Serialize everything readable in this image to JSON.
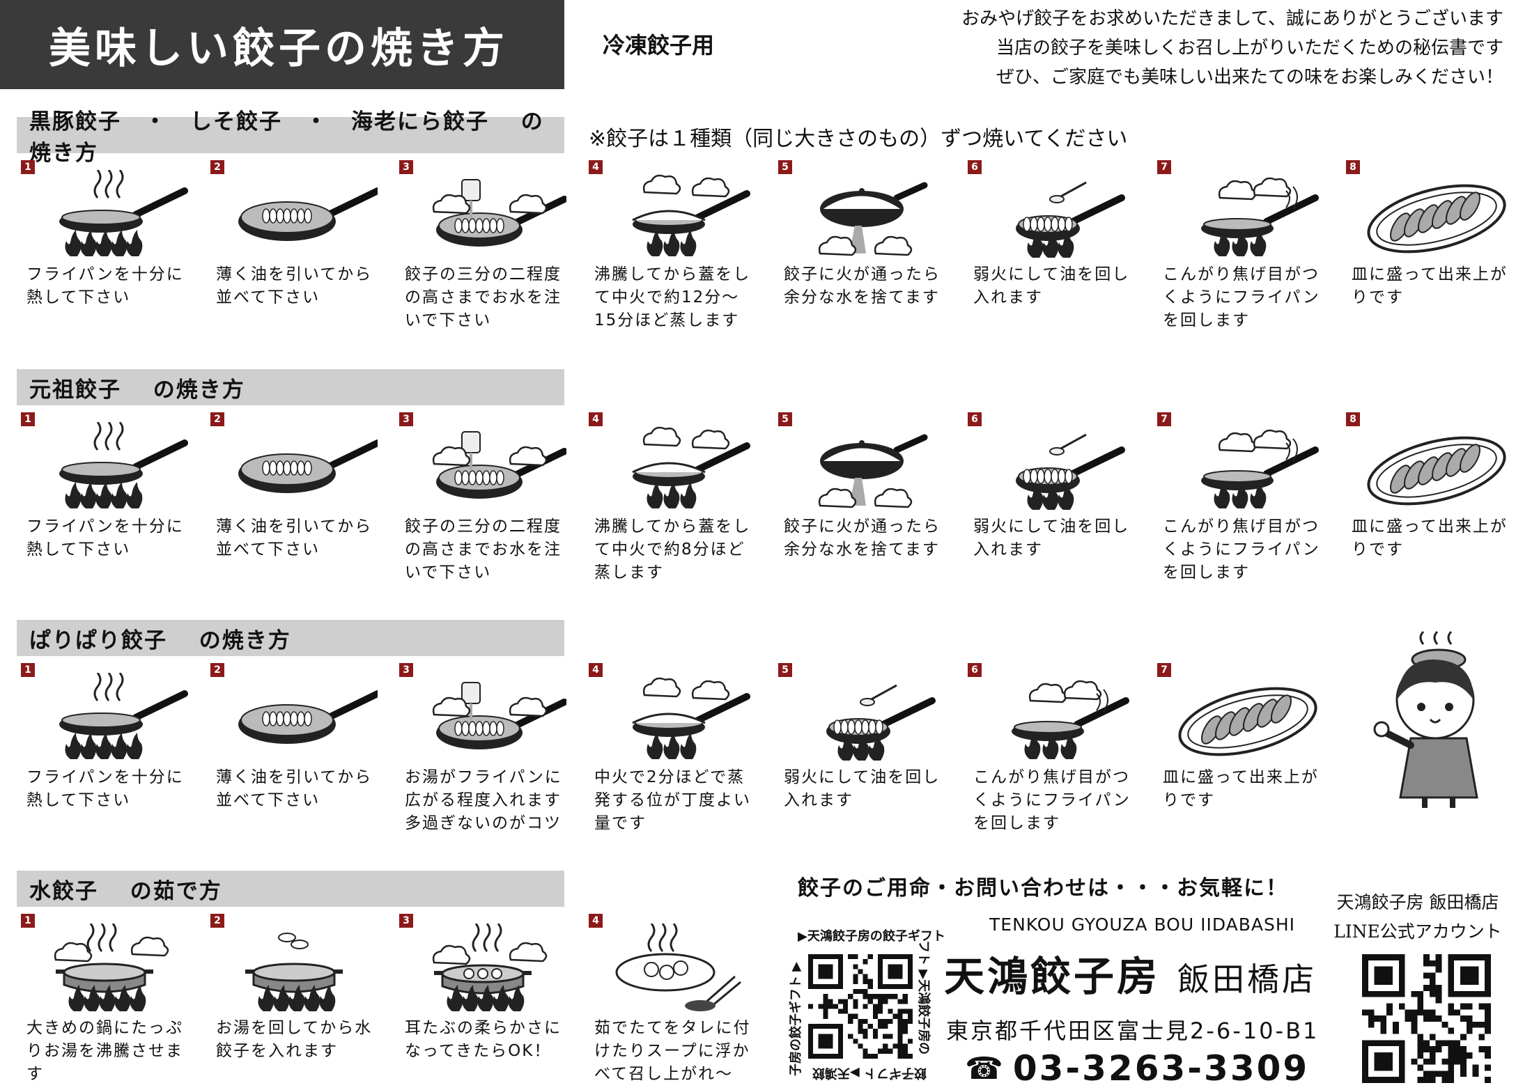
{
  "header": {
    "title": "美味しい餃子の焼き方",
    "subtitle": "冷凍餃子用",
    "intro": [
      "おみやげ餃子をお求めいただきまして、誠にありがとうございます",
      "当店の餃子を美味しくお召し上がりいただくための秘伝書です",
      "ぜひ、ご家庭でも美味しい出来たての味をお楽しみください！"
    ]
  },
  "sections": [
    {
      "title": "黒豚餃子　・　しそ餃子　・　海老にら餃子　 の焼き方",
      "note": "※餃子は１種類（同じ大きさのもの）ずつ焼いてください",
      "steps": [
        {
          "num": "1",
          "icon": "pan-heat-icon",
          "text": "フライパンを十分に熱して下さい"
        },
        {
          "num": "2",
          "icon": "pan-gyoza-icon",
          "text": "薄く油を引いてから並べて下さい"
        },
        {
          "num": "3",
          "icon": "pour-water-icon",
          "text": "餃子の三分の二程度の高さまでお水を注いで下さい"
        },
        {
          "num": "4",
          "icon": "lid-steam-icon",
          "text": "沸騰してから蓋をして中火で約12分～15分ほど蒸します"
        },
        {
          "num": "5",
          "icon": "drain-water-icon",
          "text": "餃子に火が通ったら余分な水を捨てます"
        },
        {
          "num": "6",
          "icon": "pour-oil-icon",
          "text": "弱火にして油を回し入れます"
        },
        {
          "num": "7",
          "icon": "swirl-pan-icon",
          "text": "こんがり焦げ目がつくようにフライパンを回します"
        },
        {
          "num": "8",
          "icon": "plate-gyoza-icon",
          "text": "皿に盛って出来上がりです"
        }
      ]
    },
    {
      "title": "元祖餃子　 の焼き方",
      "note": "",
      "steps": [
        {
          "num": "1",
          "icon": "pan-heat-icon",
          "text": "フライパンを十分に熱して下さい"
        },
        {
          "num": "2",
          "icon": "pan-gyoza-icon",
          "text": "薄く油を引いてから並べて下さい"
        },
        {
          "num": "3",
          "icon": "pour-water-icon",
          "text": "餃子の三分の二程度の高さまでお水を注いで下さい"
        },
        {
          "num": "4",
          "icon": "lid-steam-icon",
          "text": "沸騰してから蓋をして中火で約8分ほど蒸します"
        },
        {
          "num": "5",
          "icon": "drain-water-icon",
          "text": "餃子に火が通ったら余分な水を捨てます"
        },
        {
          "num": "6",
          "icon": "pour-oil-icon",
          "text": "弱火にして油を回し入れます"
        },
        {
          "num": "7",
          "icon": "swirl-pan-icon",
          "text": "こんがり焦げ目がつくようにフライパンを回します"
        },
        {
          "num": "8",
          "icon": "plate-gyoza-icon",
          "text": "皿に盛って出来上がりです"
        }
      ]
    },
    {
      "title": "ぱりぱり餃子　 の焼き方",
      "note": "",
      "steps": [
        {
          "num": "1",
          "icon": "pan-heat-icon",
          "text": "フライパンを十分に熱して下さい"
        },
        {
          "num": "2",
          "icon": "pan-gyoza-icon",
          "text": "薄く油を引いてから並べて下さい"
        },
        {
          "num": "3",
          "icon": "pour-water-icon",
          "text": "お湯がフライパンに広がる程度入れます多過ぎないのがコツ"
        },
        {
          "num": "4",
          "icon": "lid-steam-icon",
          "text": " 中火で2分ほどで蒸発する位が丁度よい量です"
        },
        {
          "num": "5",
          "icon": "pour-oil-icon",
          "text": "弱火にして油を回し入れます"
        },
        {
          "num": "6",
          "icon": "swirl-pan-icon",
          "text": "こんがり焦げ目がつくようにフライパンを回します"
        },
        {
          "num": "7",
          "icon": "plate-gyoza-icon",
          "text": "皿に盛って出来上がりです"
        }
      ]
    },
    {
      "title": "水餃子　 の茹で方",
      "note": "",
      "steps": [
        {
          "num": "1",
          "icon": "pot-boil-icon",
          "text": "大きめの鍋にたっぷりお湯を沸騰させます"
        },
        {
          "num": "2",
          "icon": "pot-add-icon",
          "text": "お湯を回してから水餃子を入れます"
        },
        {
          "num": "3",
          "icon": "pot-float-icon",
          "text": "耳たぶの柔らかさになってきたらOK！"
        },
        {
          "num": "4",
          "icon": "bowl-chopsticks-icon",
          "text": "茹でたてをタレに付けたりスープに浮かべて召し上がれ～"
        }
      ]
    }
  ],
  "contact": {
    "heading": "餃子のご用命・お問い合わせは・・・お気軽に！",
    "qr_caption_top": "▶天鴻餃子房の餃子ギフト",
    "qr_caption_right": "フト ▶天鴻餃子房の",
    "qr_caption_bottom": "餃子ギフト ▶天鴻餃",
    "qr_caption_left": "子房の餃子ギフト ▶",
    "shop_roman": "TENKOU GYOUZA BOU IIDABASHI",
    "shop_name": "天鴻餃子房",
    "shop_branch": "飯田橋店",
    "address": "東京都千代田区富士見2-6-10-B1",
    "phone_icon": "☎",
    "phone": "03-3263-3309"
  },
  "line": {
    "title": "天鴻餃子房 飯田橋店",
    "subtitle": "LINE公式アカウント"
  },
  "colors": {
    "header_bg": "#3a3a3a",
    "section_bg": "#cfcfcf",
    "step_badge": "#8c1a1a"
  }
}
